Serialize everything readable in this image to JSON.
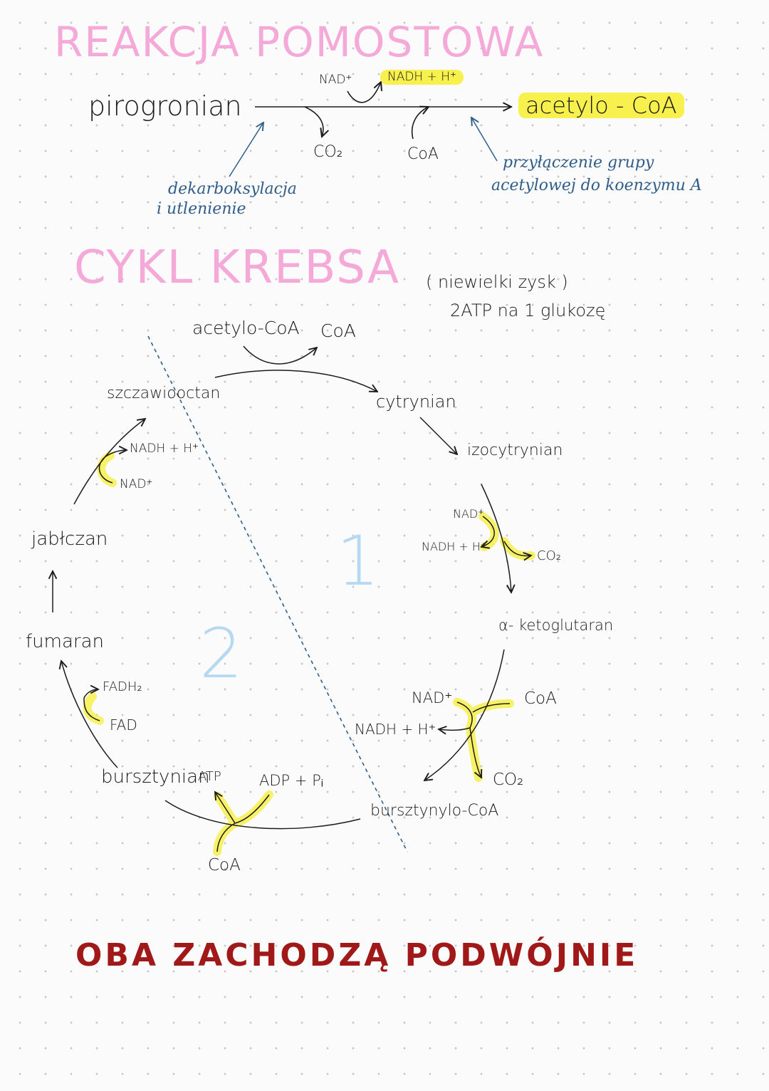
{
  "bridge": {
    "title": "REAKCJA POMOSTOWA",
    "substrate": "pirogronian",
    "product": "acetylo - CoA",
    "nad": "NAD⁺",
    "nadh": "NADH + H⁺",
    "co2": "CO₂",
    "coa": "CoA",
    "note_left_1": "dekarboksylacja",
    "note_left_2": "i utlenienie",
    "note_right_1": "przyłączenie grupy",
    "note_right_2": "acetylowej do koenzymu A"
  },
  "krebs": {
    "title": "CYKL KREBSA",
    "note_1": "( niewielki zysk )",
    "note_2": "2ATP na 1 glukozę",
    "acetyl_coa": "acetylo-CoA",
    "coa_top": "CoA",
    "oxaloacetate": "szczawiooctan",
    "citrate": "cytrynian",
    "isocitrate": "izocytrynian",
    "nad_1": "NAD⁺",
    "nadh_1": "NADH + H⁺",
    "co2_1": "CO₂",
    "akg": "α- ketoglutaran",
    "nad_2": "NAD⁺",
    "coa_2": "CoA",
    "nadh_2": "NADH + H⁺",
    "co2_2": "CO₂",
    "succinyl_coa": "bursztynylo-CoA",
    "adp": "ADP + Pᵢ",
    "atp": "ATP",
    "coa_3": "CoA",
    "succinate": "bursztynian",
    "fad": "FAD",
    "fadh2": "FADH₂",
    "fumarate": "fumaran",
    "malate": "jabłczan",
    "nad_3": "NAD⁺",
    "nadh_3": "NADH + H⁺",
    "num_1": "1",
    "num_2": "2"
  },
  "footer": "OBA ZACHODZĄ PODWÓJNIE",
  "colors": {
    "pink": "#f4a9d8",
    "highlight": "#f7f04d",
    "blue": "#2f5d8a",
    "light_blue": "#b6d9f3",
    "red": "#a01818"
  }
}
